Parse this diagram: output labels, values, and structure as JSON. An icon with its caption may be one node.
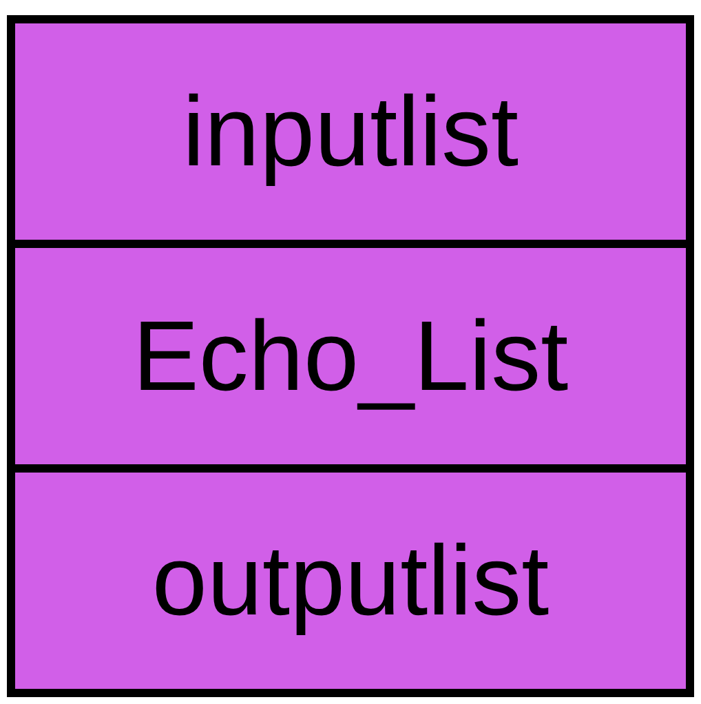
{
  "diagram": {
    "nodes": [
      {
        "text": [
          "inputlist"
        ]
      },
      {
        "text": [
          "Echo_List"
        ]
      },
      {
        "text": [
          "outputlist"
        ]
      }
    ]
  }
}
